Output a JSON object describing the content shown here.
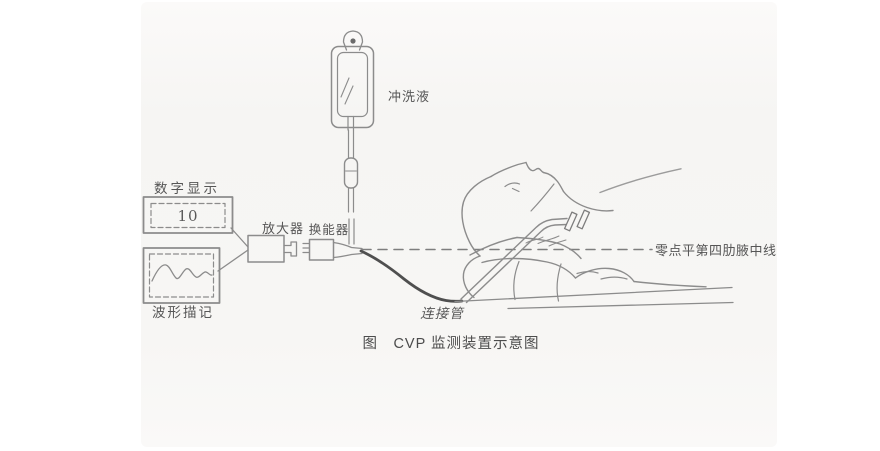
{
  "figure": {
    "type": "medical-schematic",
    "caption": "图　CVP 监测装置示意图",
    "labels": {
      "digital_display": "数字显示",
      "display_value": "10",
      "waveform_trace": "波形描记",
      "amplifier": "放大器",
      "transducer": "换能器",
      "flush_solution": "冲洗液",
      "connecting_tube": "连接管",
      "zero_reference_line": "零点平第四肋腋中线"
    },
    "colors": {
      "page_bg": "#ffffff",
      "scan_bg": "#f7f6f4",
      "line": "#8c8c8c",
      "line_dark": "#4f4f4f",
      "text": "#565656"
    }
  }
}
